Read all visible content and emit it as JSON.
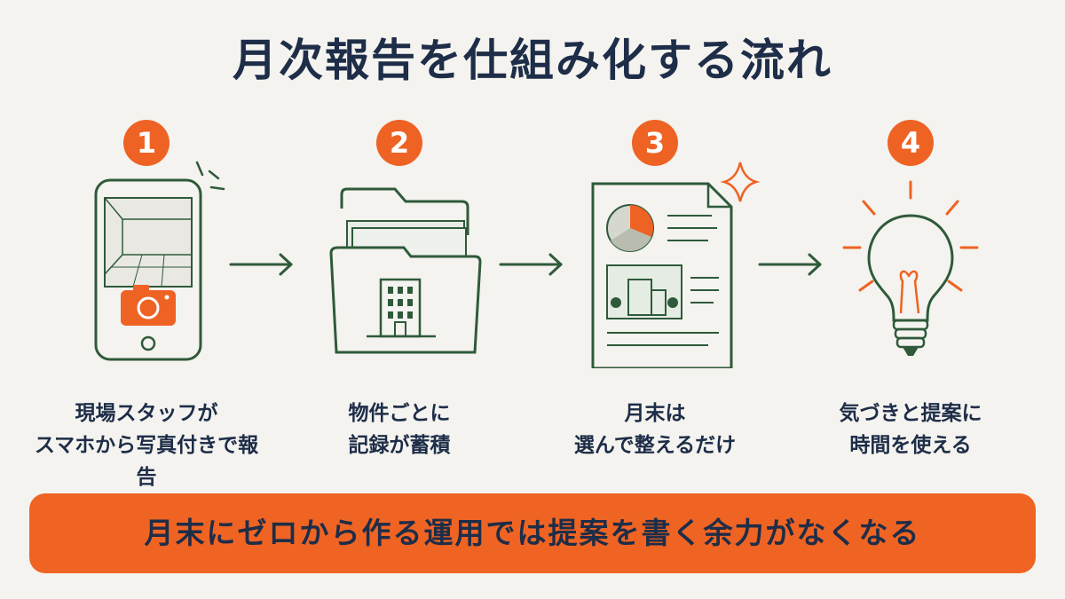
{
  "title": "月次報告を仕組み化する流れ",
  "steps": [
    {
      "number": "1",
      "icon": "smartphone-camera-icon",
      "line1": "現場スタッフが",
      "line2": "スマホから写真付きで報告"
    },
    {
      "number": "2",
      "icon": "folder-building-icon",
      "line1": "物件ごとに",
      "line2": "記録が蓄積"
    },
    {
      "number": "3",
      "icon": "report-document-icon",
      "line1": "月末は",
      "line2": "選んで整えるだけ"
    },
    {
      "number": "4",
      "icon": "lightbulb-icon",
      "line1": "気づきと提案に",
      "line2": "時間を使える"
    }
  ],
  "banner": "月末にゼロから作る運用では提案を書く余力がなくなる",
  "colors": {
    "accent": "#ee6324",
    "line": "#2f5a3a",
    "text": "#1e2d48",
    "background": "#f4f3ef"
  }
}
